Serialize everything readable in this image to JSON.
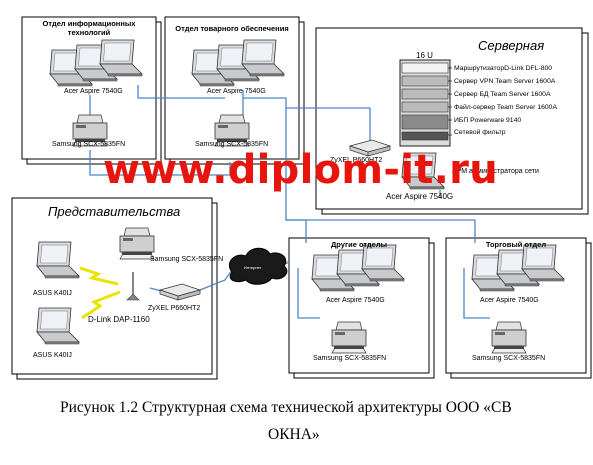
{
  "departments": {
    "it": {
      "title": "Отдел информационных технологий",
      "laptop": "Acer Aspire 7540G",
      "printer": "Samsung SCX-5835FN"
    },
    "supply": {
      "title": "Отдел товарного обеспечения",
      "laptop": "Acer Aspire 7540G",
      "printer": "Samsung SCX-5835FN"
    },
    "other": {
      "title": "Другие отделы",
      "laptop": "Acer Aspire 7540G",
      "printer": "Samsung SCX-5835FN"
    },
    "trade": {
      "title": "Торговый отдел",
      "laptop": "Acer Aspire 7540G",
      "printer": "Samsung SCX-5835FN"
    }
  },
  "server_room": {
    "title": "Серверная",
    "rack_label": "16 U",
    "rack_items": [
      "МаршрутизаторD-Link DFL-800",
      "Сервер VPN  Team Server 1600A",
      "Сервер БД Team Server 1600A",
      "Файл-сервер Team Server 1600A",
      "ИБП Powerware 9140",
      "Сетевой фильтр"
    ],
    "router": "ZyXEL P660HT2",
    "admin_workstation": "АРМ администратора сети",
    "admin_laptop": "Acer Aspire 7540G"
  },
  "branch": {
    "title": "Представительства",
    "printer": "Samsung SCX-5835FN",
    "laptop1": "ASUS K40IJ",
    "laptop2": "ASUS K40IJ",
    "router": "ZyXEL P660HT2",
    "access_point": "D-Link DAP-1160"
  },
  "internet_label": "Интернет",
  "watermark": "www.diplom-it.ru",
  "caption": {
    "line1": "Рисунок 1.2 Структурная схема технической архитектуры ООО «СВ",
    "line2": "ОКНА»"
  },
  "colors": {
    "link": "#4f86c6",
    "watermark": "#e8150f",
    "wireless": "#e8e400"
  }
}
